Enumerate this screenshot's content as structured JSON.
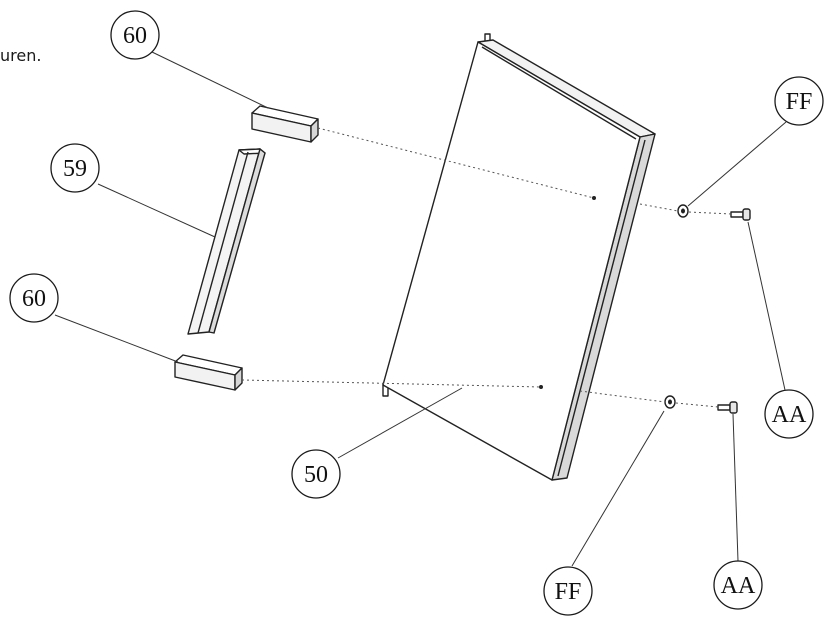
{
  "caption_text": "uren.",
  "labels": {
    "cap_top": "60",
    "handle_bar": "59",
    "cap_bottom": "60",
    "door_panel": "50",
    "washer_top": "FF",
    "washer_bottom": "FF",
    "screw_top": "AA",
    "screw_bottom": "AA"
  },
  "colors": {
    "line": "#222222",
    "panel_edge": "#cfcfcf",
    "part_shade": "#eeeeee"
  }
}
